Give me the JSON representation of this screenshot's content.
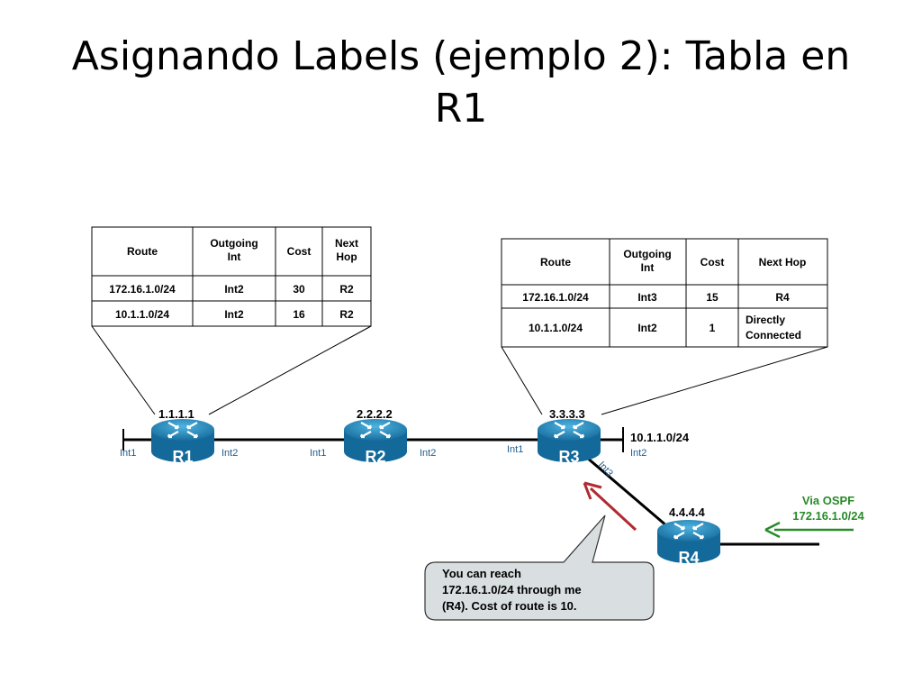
{
  "title": {
    "line1": "Asignando Labels (ejemplo 2): Tabla en",
    "line2": "R1"
  },
  "r1_table": {
    "headers": [
      "Route",
      "Outgoing Int",
      "Cost",
      "Next Hop"
    ],
    "rows": [
      [
        "172.16.1.0/24",
        "Int2",
        "30",
        "R2"
      ],
      [
        "10.1.1.0/24",
        "Int2",
        "16",
        "R2"
      ]
    ]
  },
  "r3_table": {
    "headers": [
      "Route",
      "Outgoing Int",
      "Cost",
      "Next Hop"
    ],
    "rows": [
      [
        "172.16.1.0/24",
        "Int3",
        "15",
        "R4"
      ],
      [
        "10.1.1.0/24",
        "Int2",
        "1",
        "Directly Connected"
      ]
    ]
  },
  "routers": {
    "r1": {
      "name": "R1",
      "id": "1.1.1.1",
      "int_left": "Int1",
      "int_right": "Int2"
    },
    "r2": {
      "name": "R2",
      "id": "2.2.2.2",
      "int_left": "Int1",
      "int_right": "Int2"
    },
    "r3": {
      "name": "R3",
      "id": "3.3.3.3",
      "int_left": "Int1",
      "int_right": "Int2",
      "int_down": "Int3"
    },
    "r4": {
      "name": "R4",
      "id": "4.4.4.4"
    }
  },
  "network_label": "10.1.1.0/24",
  "ospf": {
    "line1": "Via OSPF",
    "line2": "172.16.1.0/24"
  },
  "callout": {
    "line1": "You can reach",
    "line2": "172.16.1.0/24 through me",
    "line3": "(R4). Cost of route is 10."
  },
  "colors": {
    "router": "#1a7fb5",
    "interface_text": "#1f5e8f",
    "ospf_green": "#2a8a2a",
    "arrow_red": "#b02a30",
    "callout_fill": "#d9dee0"
  }
}
